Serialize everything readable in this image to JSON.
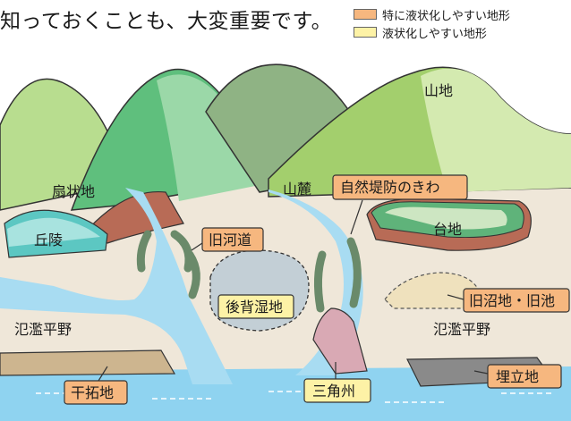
{
  "caption": "知っておくことも、大変重要です。",
  "legend": [
    {
      "label": "特に液状化しやすい地形",
      "color": "#f6b77f"
    },
    {
      "label": "液状化しやすい地形",
      "color": "#fdf2a6"
    }
  ],
  "labels": {
    "yamachi": "山地",
    "senjochi": "扇状地",
    "sanroku": "山麓",
    "shizen_teibo": "自然堤防のきわ",
    "kyuryo": "丘陵",
    "kyu_kado": "旧河道",
    "daichi": "台地",
    "kohai_shicchi": "後背湿地",
    "kyu_shochi": "旧沼地・旧池",
    "hanran_heiya_left": "氾濫平野",
    "hanran_heiya_right": "氾濫平野",
    "kantakuchi": "干拓地",
    "sankakusu": "三角州",
    "umetatechi": "埋立地"
  }
}
